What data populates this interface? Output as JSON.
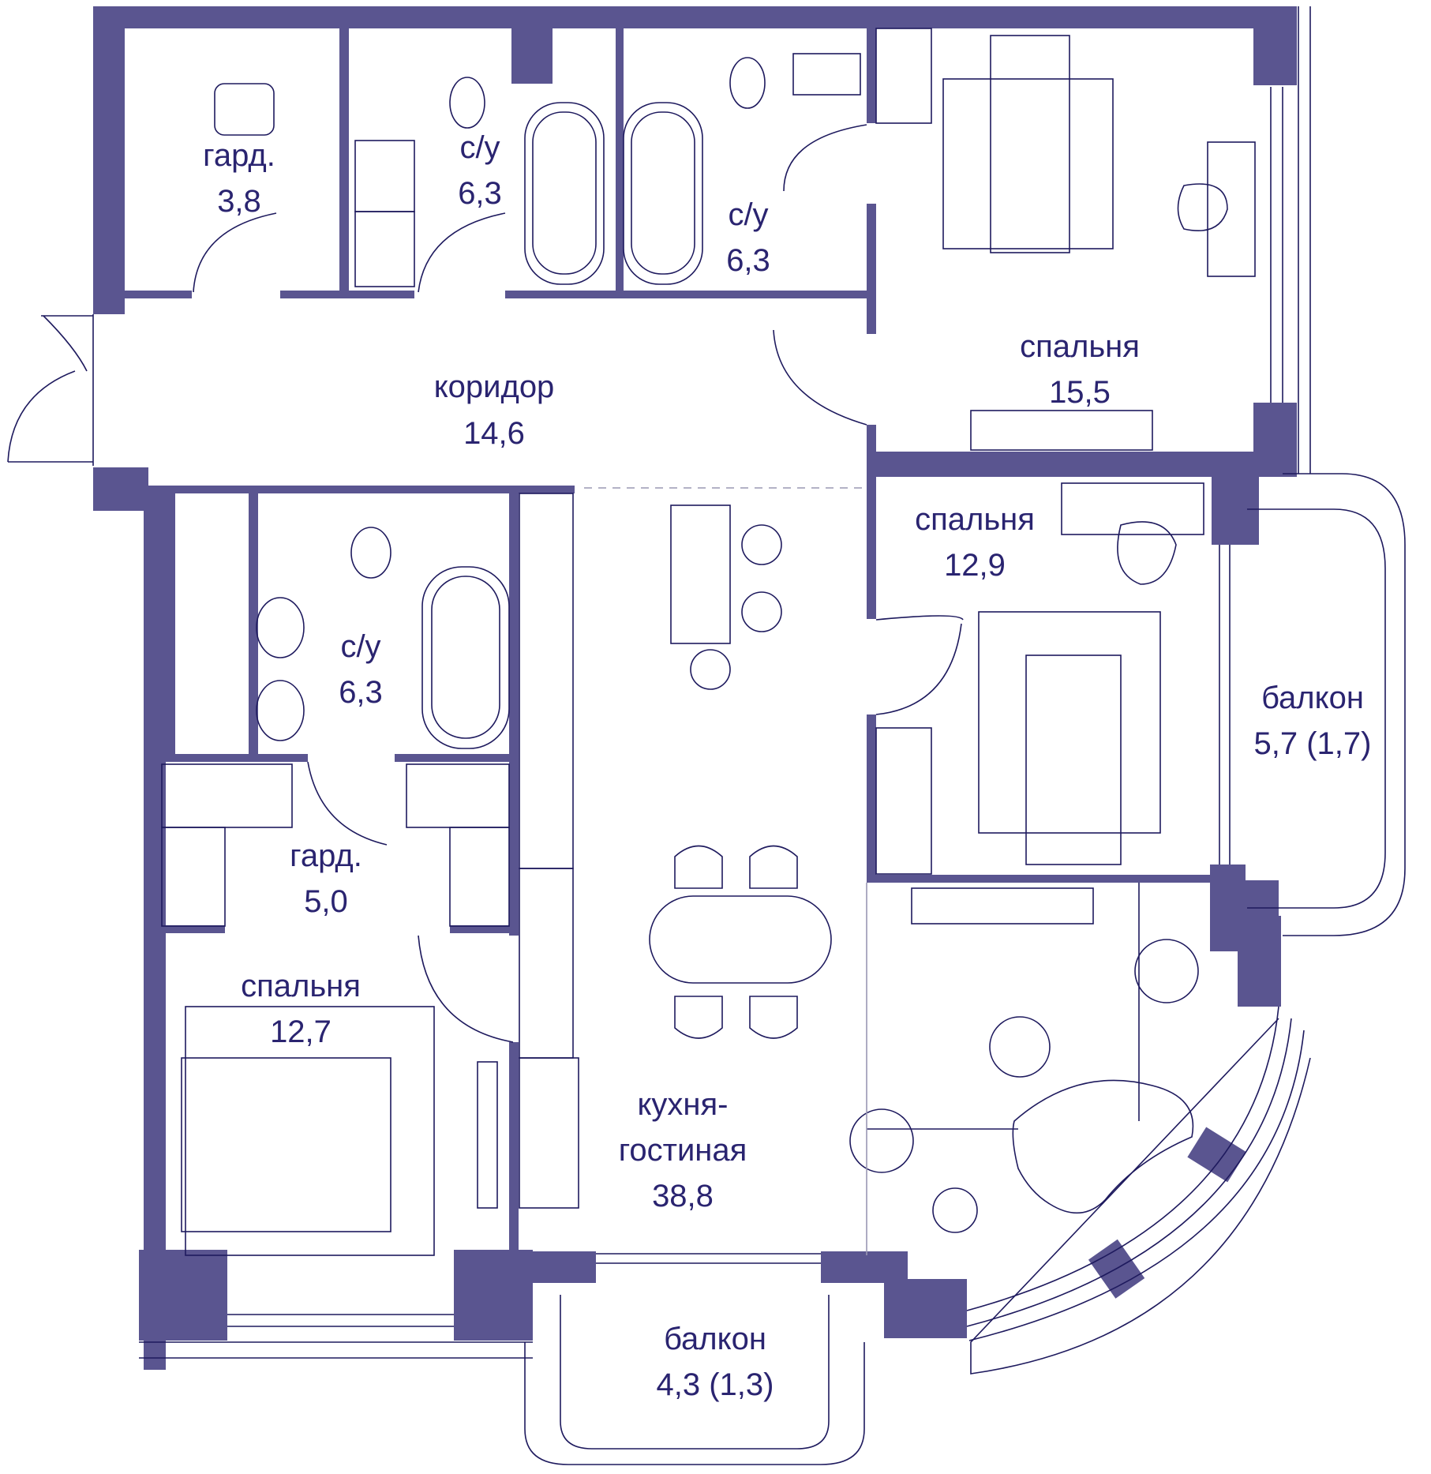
{
  "colors": {
    "wall": "#5A5590",
    "line": "#1E1A5E",
    "thin": "#9A98B4",
    "text": "#2A2470",
    "background": "#ffffff"
  },
  "rooms": [
    {
      "id": "closet-1",
      "name": "гард.",
      "area": "3,8"
    },
    {
      "id": "bathroom-1",
      "name": "с/у",
      "area": "6,3"
    },
    {
      "id": "bathroom-2",
      "name": "с/у",
      "area": "6,3"
    },
    {
      "id": "bedroom-1",
      "name": "спальня",
      "area": "15,5"
    },
    {
      "id": "corridor",
      "name": "коридор",
      "area": "14,6"
    },
    {
      "id": "bedroom-2",
      "name": "спальня",
      "area": "12,9"
    },
    {
      "id": "bathroom-3",
      "name": "с/у",
      "area": "6,3"
    },
    {
      "id": "balcony-1",
      "name": "балкон",
      "area": "5,7 (1,7)"
    },
    {
      "id": "closet-2",
      "name": "гард.",
      "area": "5,0"
    },
    {
      "id": "bedroom-3",
      "name": "спальня",
      "area": "12,7"
    },
    {
      "id": "kitchen-living",
      "name": "кухня-",
      "name2": "гостиная",
      "area": "38,8"
    },
    {
      "id": "balcony-2",
      "name": "балкон",
      "area": "4,3 (1,3)"
    }
  ]
}
